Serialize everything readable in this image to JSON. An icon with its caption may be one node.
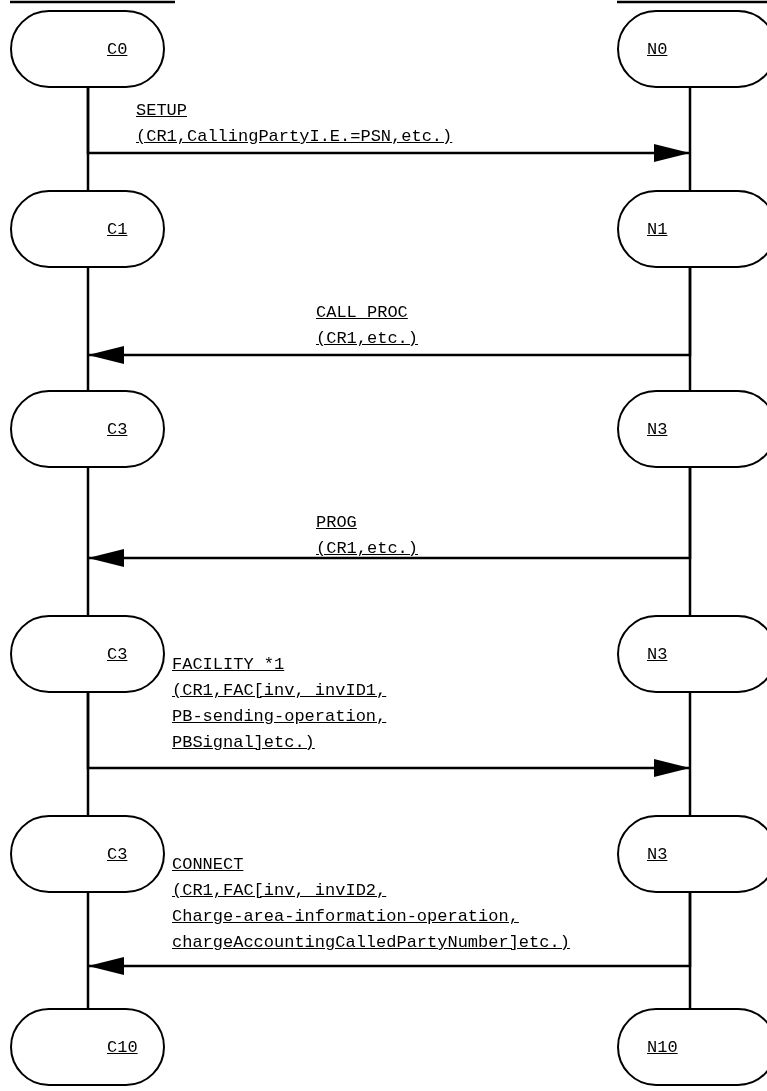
{
  "diagram": {
    "nodes": [
      {
        "text": [
          "C0"
        ]
      },
      {
        "text": [
          "N0"
        ]
      },
      {
        "text": [
          "C1"
        ]
      },
      {
        "text": [
          "N1"
        ]
      },
      {
        "text": [
          "C3"
        ]
      },
      {
        "text": [
          "N3"
        ]
      },
      {
        "text": [
          "C3"
        ]
      },
      {
        "text": [
          "N3"
        ]
      },
      {
        "text": [
          "C3"
        ]
      },
      {
        "text": [
          "N3"
        ]
      },
      {
        "text": [
          "C10"
        ]
      },
      {
        "text": [
          "N10"
        ]
      }
    ],
    "edges": [
      {
        "from": 0,
        "to": 2,
        "arrow": "none"
      },
      {
        "from": 2,
        "to": 4,
        "arrow": "none"
      },
      {
        "from": 4,
        "to": 6,
        "arrow": "none"
      },
      {
        "from": 6,
        "to": 8,
        "arrow": "none"
      },
      {
        "from": 8,
        "to": 10,
        "arrow": "none"
      },
      {
        "from": 1,
        "to": 3,
        "arrow": "none"
      },
      {
        "from": 3,
        "to": 5,
        "arrow": "none"
      },
      {
        "from": 5,
        "to": 7,
        "arrow": "none"
      },
      {
        "from": 7,
        "to": 9,
        "arrow": "none"
      },
      {
        "from": 9,
        "to": 11,
        "arrow": "none"
      },
      {
        "from": 0,
        "to": null,
        "arrow": "to",
        "label": "SETUP (CR1,CallingPartyI.E.=PSN,etc.)"
      },
      {
        "from": 3,
        "to": null,
        "arrow": "to",
        "label": "CALL PROC (CR1,etc.)"
      },
      {
        "from": 5,
        "to": null,
        "arrow": "to",
        "label": "PROG (CR1,etc.)"
      },
      {
        "from": 6,
        "to": null,
        "arrow": "to",
        "label": "FACILITY *1 (CR1,FAC[inv, invID1, PB-sending-operation, PBSignal]etc.)"
      },
      {
        "from": 9,
        "to": null,
        "arrow": "to",
        "label": "CONNECT (CR1,FAC[inv, invID2, Charge-area-information-operation, chargeAccountingCalledPartyNumber]etc.)"
      }
    ]
  }
}
